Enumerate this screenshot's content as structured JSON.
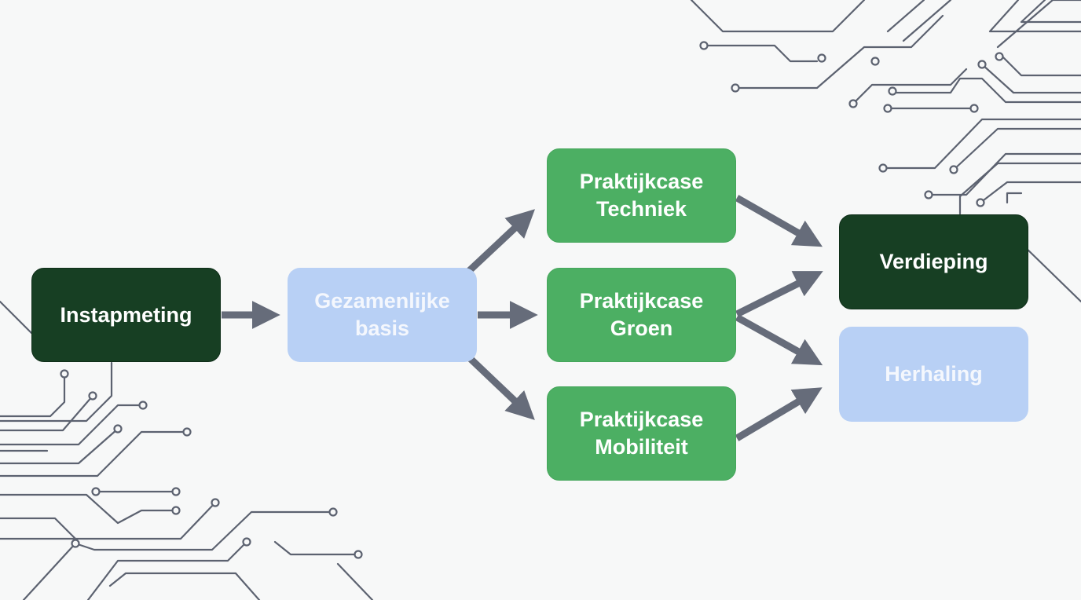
{
  "nodes": {
    "instapmeting": "Instapmeting",
    "gezamenlijke_basis": "Gezamenlijke\nbasis",
    "techniek": "Praktijkcase\nTechniek",
    "groen": "Praktijkcase\nGroen",
    "mobiliteit": "Praktijkcase\nMobiliteit",
    "verdieping": "Verdieping",
    "herhaling": "Herhaling"
  },
  "colors": {
    "dark_node": "#173f23",
    "light_node": "#b8d0f5",
    "green_node": "#4caf63",
    "arrow": "#666c7a",
    "circuit": "#5c6270",
    "background": "#f7f8f8"
  },
  "edges": [
    [
      "instapmeting",
      "gezamenlijke_basis"
    ],
    [
      "gezamenlijke_basis",
      "techniek"
    ],
    [
      "gezamenlijke_basis",
      "groen"
    ],
    [
      "gezamenlijke_basis",
      "mobiliteit"
    ],
    [
      "techniek",
      "verdieping"
    ],
    [
      "groen",
      "verdieping"
    ],
    [
      "groen",
      "herhaling"
    ],
    [
      "mobiliteit",
      "herhaling"
    ]
  ]
}
